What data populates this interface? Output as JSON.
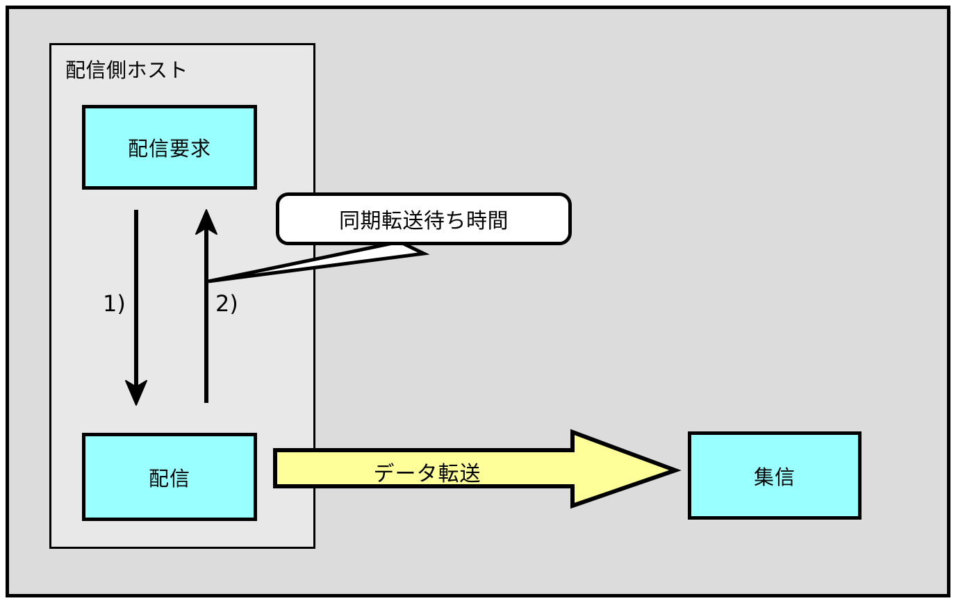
{
  "diagram": {
    "title_text": "",
    "colors": {
      "page_background": "#dcdcdc",
      "host_background": "#e8e8e8",
      "process_fill": "#99ffff",
      "transfer_fill": "#ffff99",
      "callout_fill": "#ffffff",
      "stroke": "#000000"
    },
    "host": {
      "label": "配信側ホスト"
    },
    "nodes": [
      {
        "id": "request",
        "label": "配信要求"
      },
      {
        "id": "send",
        "label": "配信"
      },
      {
        "id": "receive",
        "label": "集信"
      }
    ],
    "steps": [
      {
        "id": "step1",
        "label": "1)"
      },
      {
        "id": "step2",
        "label": "2)"
      }
    ],
    "callout": {
      "label": "同期転送待ち時間"
    },
    "transfer_arrow": {
      "label": "データ転送"
    }
  }
}
